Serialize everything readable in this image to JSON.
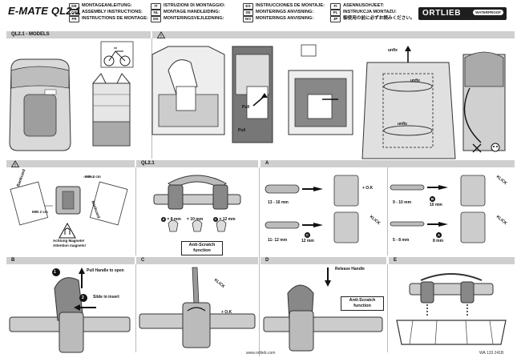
{
  "title": "E-MATE QL2.1",
  "languages": [
    {
      "code": "DE",
      "text": "MONTAGEANLEITUNG:"
    },
    {
      "code": "GB",
      "text": "ASSEMBLY INSTRUCTIONS:"
    },
    {
      "code": "FR",
      "text": "INSTRUCTIONS DE MONTAGE:"
    },
    {
      "code": "IT",
      "text": "ISTRUZIONI DI MONTAGGIO:"
    },
    {
      "code": "NL",
      "text": "MONTAGE HANDLEIDING:"
    },
    {
      "code": "DK",
      "text": "MONTERINGSVEJLEDNING:"
    },
    {
      "code": "ES",
      "text": "INSTRUCCIONES DE MONTAJE:"
    },
    {
      "code": "SE",
      "text": "MONTERINGS ANVISNING:"
    },
    {
      "code": "NO",
      "text": "MONTERINGS ANVISNING:"
    },
    {
      "code": "FI",
      "text": "ASENNUSOHJEET:"
    },
    {
      "code": "PL",
      "text": "INSTRUKCJA MONTAZU:"
    },
    {
      "code": "JP",
      "text": "御使用の前に必ずお読みください。"
    }
  ],
  "logo": {
    "brand": "ORTLIEB",
    "badge": "WATERPROOF"
  },
  "sections": {
    "models": "QL2.1 - MODELS",
    "warning1": "!",
    "warning2": "!",
    "ql21": "QL2.1",
    "a": "A",
    "b": "B",
    "c": "C",
    "d": "D",
    "e": "E"
  },
  "labels": {
    "unfix_top": "unfix",
    "unfix_mid": "unfix",
    "unfix_low": "unfix",
    "pull": "Pull",
    "pull2": "Pull",
    "min_top": "MIN 2 cm",
    "min_left": "MIN 2 cm",
    "bankcard_left": "Bankcard",
    "bankcard_right": "Bankcard",
    "magnet_warning_line1": "Achtung Magnete!",
    "magnet_warning_line2": "Attention magnets!",
    "insert_a": "A",
    "insert_a_size": "8 mm",
    "insert_b_size": "10 mm",
    "insert_c": "C",
    "insert_c_size": "12 mm",
    "anti_scratch_1": "Anti-Scratch function",
    "anti_scratch_2": "Anti-Scratch function",
    "dia_13_16": "13 - 16 mm",
    "dia_11_12": "11- 12 mm",
    "dia_9_10": "9 - 10 mm",
    "dia_5_8": "5 - 8 mm",
    "ok1": "+ O.K",
    "ok2": "+ O.K",
    "klick1": "KLICK",
    "klick2": "KLICK",
    "klick3": "KLICK",
    "klick4": "KLICK",
    "insert_12": "12 mm",
    "insert_10": "10 mm",
    "insert_8": "8 mm",
    "c_badge": "C",
    "b_badge": "B",
    "a_badge": "A",
    "pull_handle": "Pull Handle to open",
    "slide_insert": "Slide in insert",
    "release_handle": "Release Handle",
    "step1": "1",
    "step2": "2",
    "website": "www.ortlieb.com",
    "docnum": "WA 133 241B"
  }
}
